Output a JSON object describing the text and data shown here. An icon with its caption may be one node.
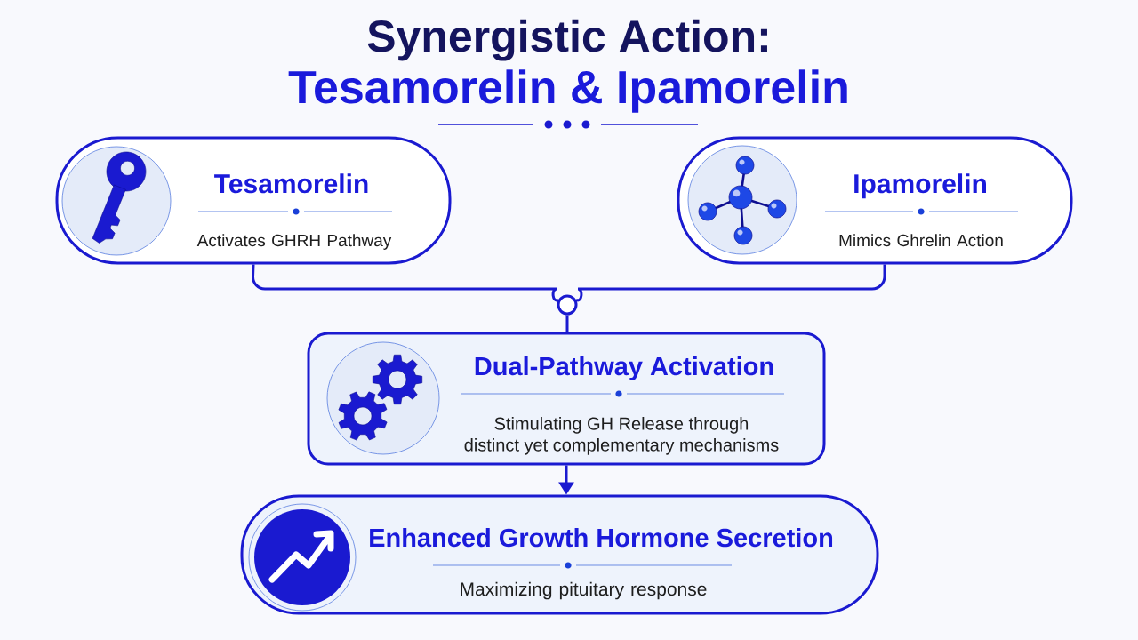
{
  "diagram": {
    "title": "Synergistic Action:",
    "nodes": [
      {
        "text": [
          "Tesamorelin",
          "Activates GHRH Pathway"
        ]
      },
      {
        "text": [
          "Ipamorelin",
          "Mimics Ghrelin Action"
        ]
      },
      {
        "text": [],
        "shape": "circle"
      },
      {
        "text": [
          "Dual-Pathway Activation",
          "Stimulating GH Release through distinct yet complementary mechanisms"
        ]
      },
      {
        "text": [
          "Enhanced Growth Hormone Secretion",
          "Maximizing pituitary response"
        ]
      }
    ],
    "edges": [
      {
        "from": 0,
        "to": 2,
        "arrow": "none"
      },
      {
        "from": 1,
        "to": 2,
        "arrow": "none"
      },
      {
        "from": 2,
        "to": 3,
        "arrow": "none"
      },
      {
        "from": 3,
        "to": 4,
        "arrow": "to"
      }
    ],
    "labels": [
      "Tesamorelin & Ipamorelin"
    ]
  }
}
